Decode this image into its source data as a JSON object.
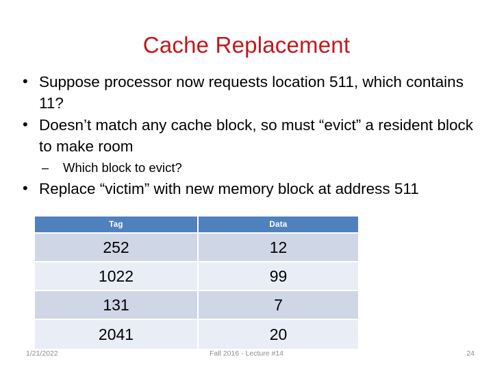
{
  "slide": {
    "title": "Cache Replacement",
    "title_color": "#C4161C",
    "background_color": "#FFFFFF",
    "bullets": [
      {
        "level": 1,
        "marker": "•",
        "text": "Suppose processor now requests location 511, which contains 11?"
      },
      {
        "level": 1,
        "marker": "•",
        "text": "Doesn’t match any cache block, so must “evict” a resident block to make room"
      },
      {
        "level": 2,
        "marker": "–",
        "text": "Which block to evict?"
      },
      {
        "level": 1,
        "marker": "•",
        "text": "Replace “victim” with new memory block at address 511"
      }
    ],
    "table": {
      "header_fill": "#4F81BD",
      "header_text_color": "#FFFFFF",
      "row_dark_fill": "#CFD6E5",
      "row_light_fill": "#E9EDF5",
      "columns": [
        "Tag",
        "Data"
      ],
      "rows": [
        {
          "tag": "252",
          "data": "12"
        },
        {
          "tag": "1022",
          "data": "99"
        },
        {
          "tag": "131",
          "data": "7"
        },
        {
          "tag": "2041",
          "data": "20"
        }
      ]
    },
    "footer": {
      "date": "1/21/2022",
      "center": "Fall 2016 - Lecture #14",
      "slide_number": "24",
      "color": "#8C8C8C"
    }
  }
}
